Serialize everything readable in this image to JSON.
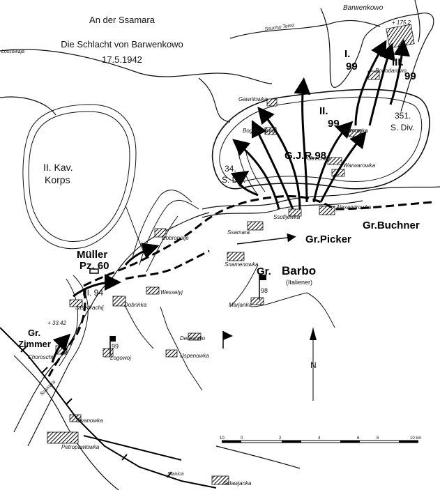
{
  "title": {
    "line1": "An der Ssamara",
    "line2": "Die Schlacht von Barwenkowo",
    "line3": "17.5.1942"
  },
  "towns": {
    "barwenkowo": "Barwenkowo",
    "bogodarowo": "Bogodarowo",
    "fedorowka": "Fedorowka",
    "bogdanowka": "Bogdanowka",
    "gawrilowka": "Gawrilowka",
    "kiltrechka": "Kiltrechka",
    "warwarowka": "Warwarowka",
    "alexandrowka": "Alexandrowka",
    "ssofijewka": "Ssofijewka",
    "samara_town": "Ssamara",
    "snamenowka": "Snamenowka",
    "marjanka": "Marjanka",
    "dobropolje": "Dobropolje",
    "wesselyj": "Wesselyj",
    "dobrinka": "Dobrinka",
    "jasedrachij": "Jasedrachij",
    "logowoj": "Logowoj",
    "choroschij": "Choroschij",
    "deresowo": "Deresowo",
    "uspenowka": "Uspenowka",
    "iwanowka": "Iwanowka",
    "petropawlowka": "Petropawlowka",
    "sslawjanka": "Sslawjanka",
    "lossowaja": "Lossowaja",
    "ssucha_torez": "Ssucha-Torez",
    "samara_river": "Ssamara",
    "stanice": "Stanica",
    "hill_175": "+ 175.2",
    "hill_334": "+ 33.42"
  },
  "units": {
    "kav_korps": "II. Kav.",
    "kav_korps_2": "Korps",
    "div_351": "351.",
    "div_351_2": "S. Div.",
    "div_34": "34.",
    "div_34_2": "S. Div.",
    "gjr98": "G.J.R.98",
    "i_99": "I.",
    "i_99_num": "99",
    "ii_99": "II.",
    "ii_99_num": "99",
    "iii_99": "III.",
    "iii_99_num": "99",
    "iii_94": "III. 94",
    "muller": "Müller",
    "pz60": "Pz. 60",
    "gr_buchner": "Gr.Buchner",
    "gr_picker": "Gr.Picker",
    "gr_barbo": "Gr.",
    "barbo": "Barbo",
    "italiener": "(Italiener)",
    "regt_98": "98",
    "regt_99": "99",
    "gr_zimmer_1": "Gr.",
    "gr_zimmer_2": "Zimmer"
  },
  "compass": {
    "north": "N"
  },
  "scale_bar": {
    "labels": [
      "10",
      "0",
      "2",
      "4",
      "6",
      "8",
      "10 km"
    ]
  }
}
